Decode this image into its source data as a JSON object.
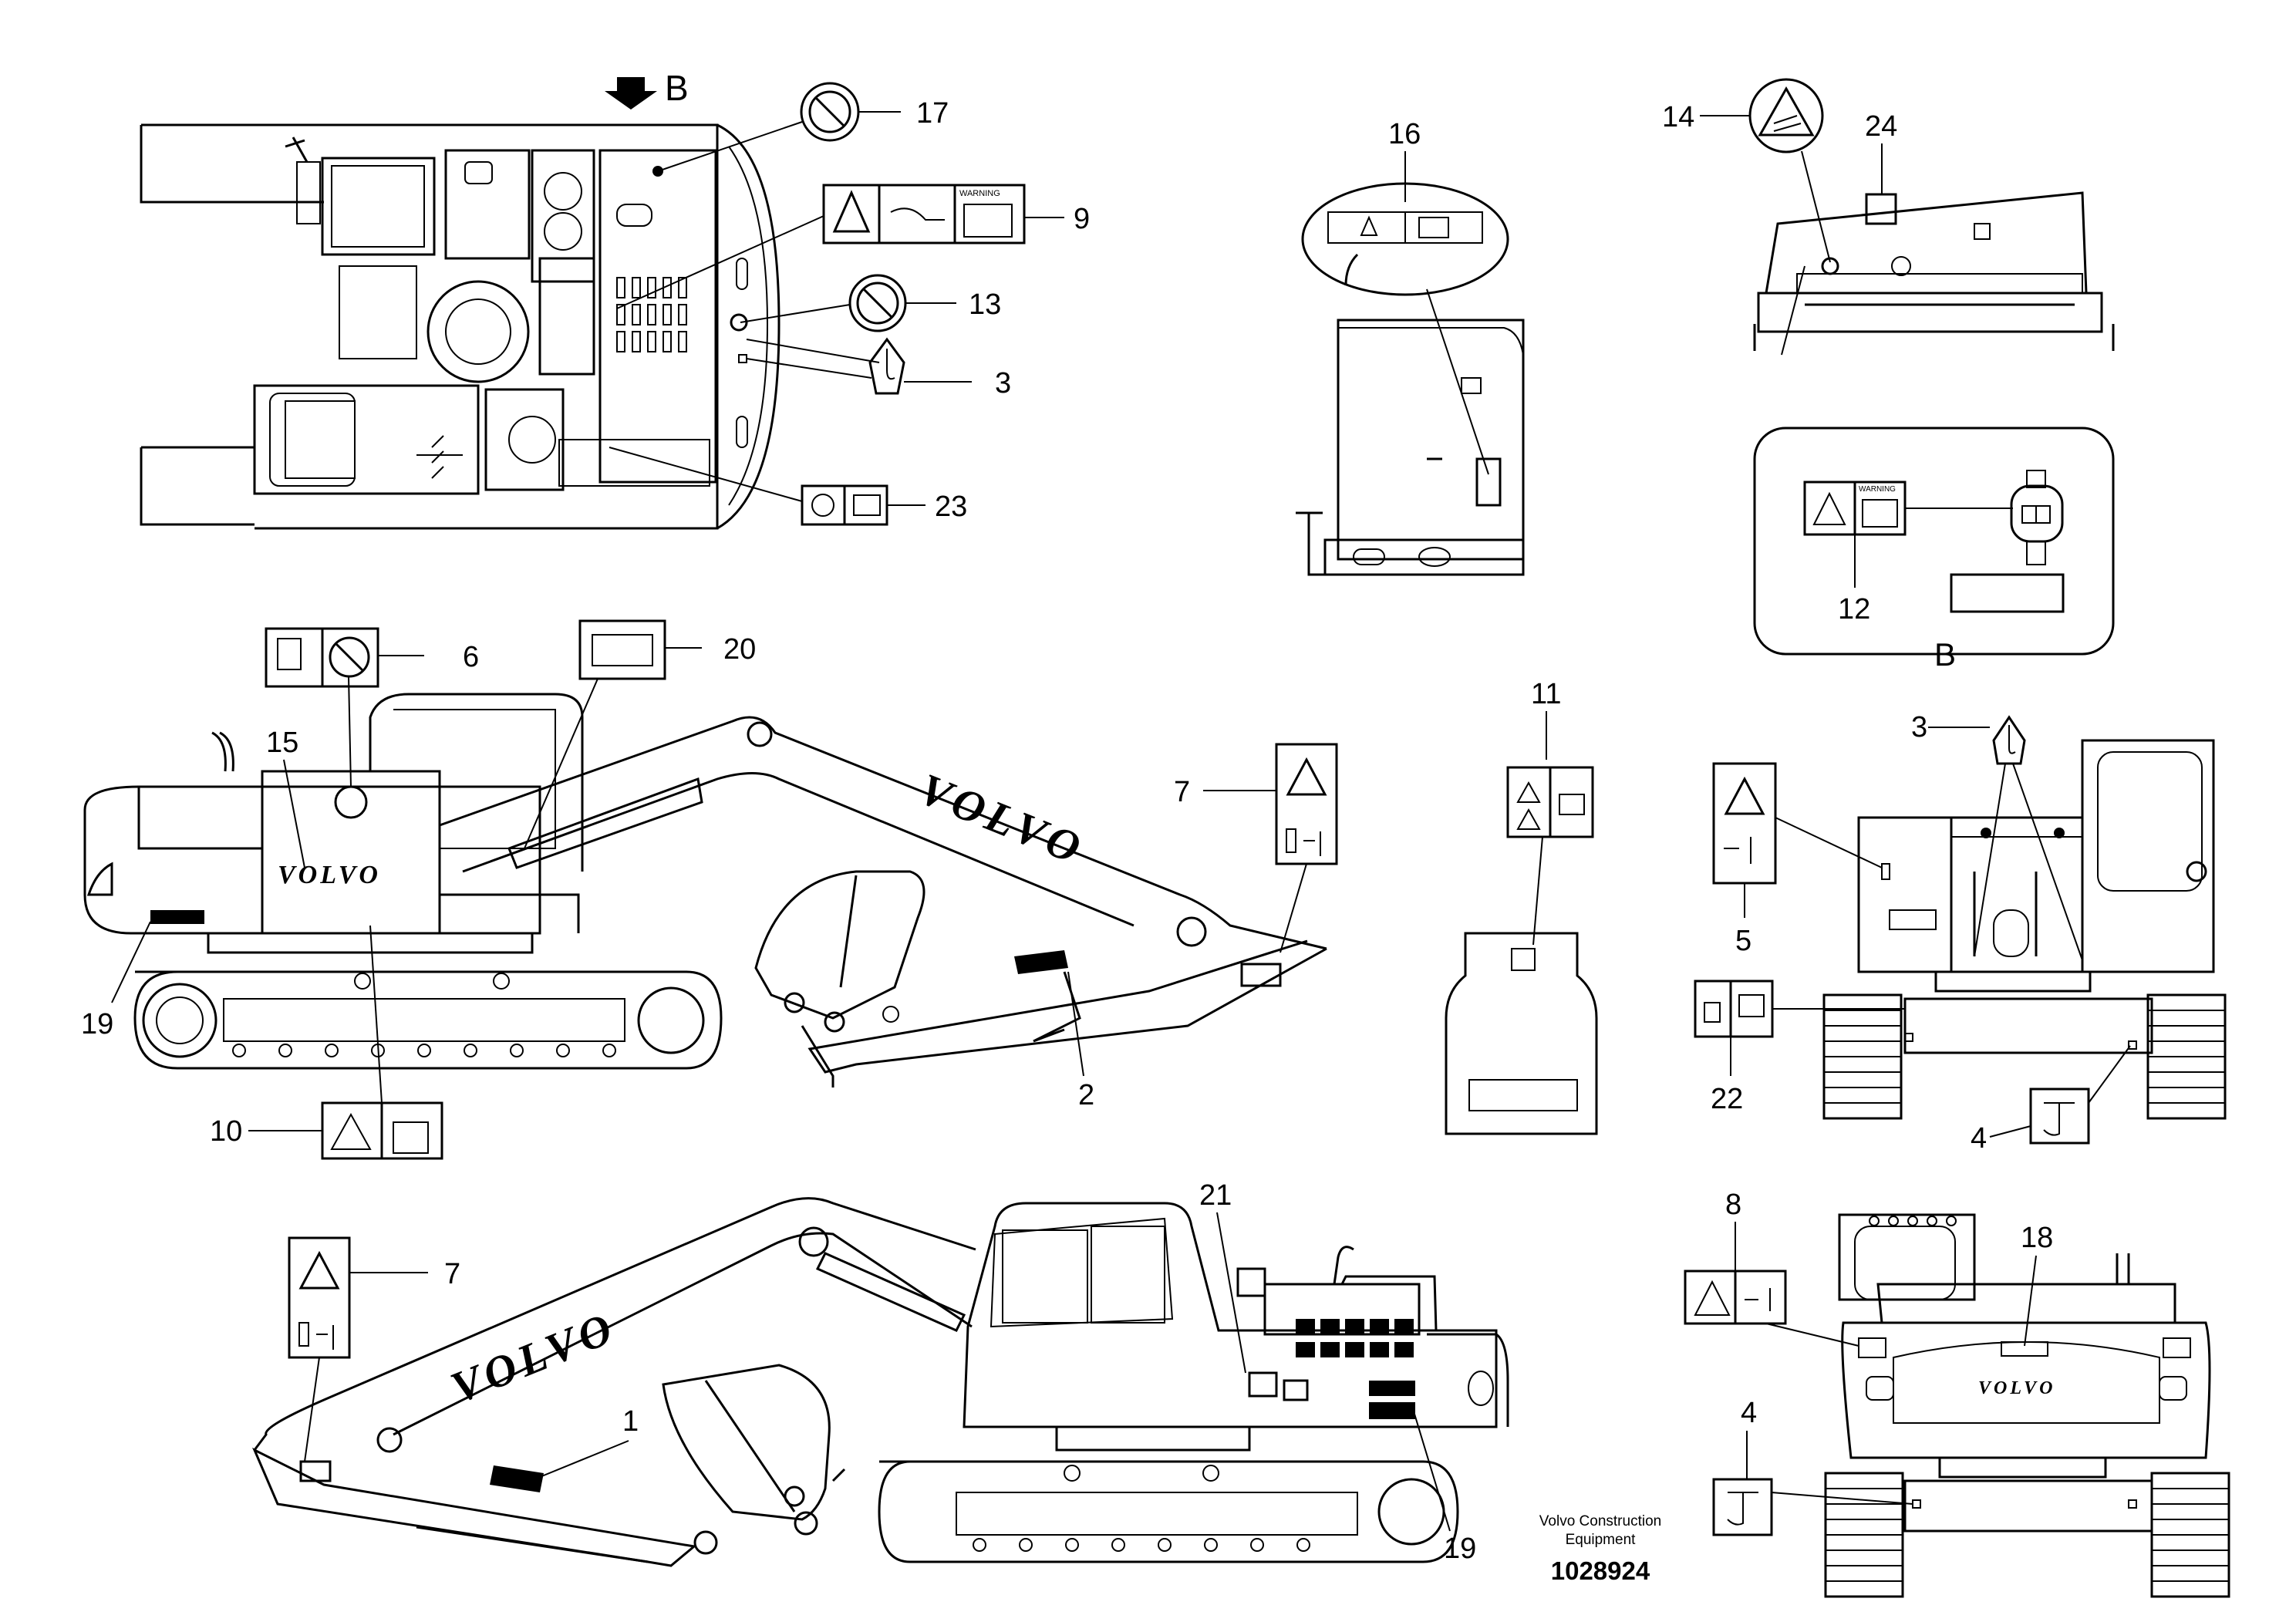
{
  "view_label": "B",
  "detail_label": "B",
  "brand_text": "VOLVO",
  "callouts": {
    "c1": "1",
    "c2": "2",
    "c3a": "3",
    "c3b": "3",
    "c4a": "4",
    "c4b": "4",
    "c5": "5",
    "c6": "6",
    "c7a": "7",
    "c7b": "7",
    "c8": "8",
    "c9": "9",
    "c10": "10",
    "c11": "11",
    "c12": "12",
    "c13": "13",
    "c14": "14",
    "c15": "15",
    "c16": "16",
    "c17": "17",
    "c18": "18",
    "c19a": "19",
    "c19b": "19",
    "c20": "20",
    "c21": "21",
    "c22": "22",
    "c23": "23",
    "c24": "24"
  },
  "footer": {
    "company_line1": "Volvo Construction",
    "company_line2": "Equipment",
    "drawing_number": "1028924"
  },
  "label_text": {
    "warning": "WARNING"
  },
  "colors": {
    "line": "#000000",
    "background": "#ffffff"
  }
}
